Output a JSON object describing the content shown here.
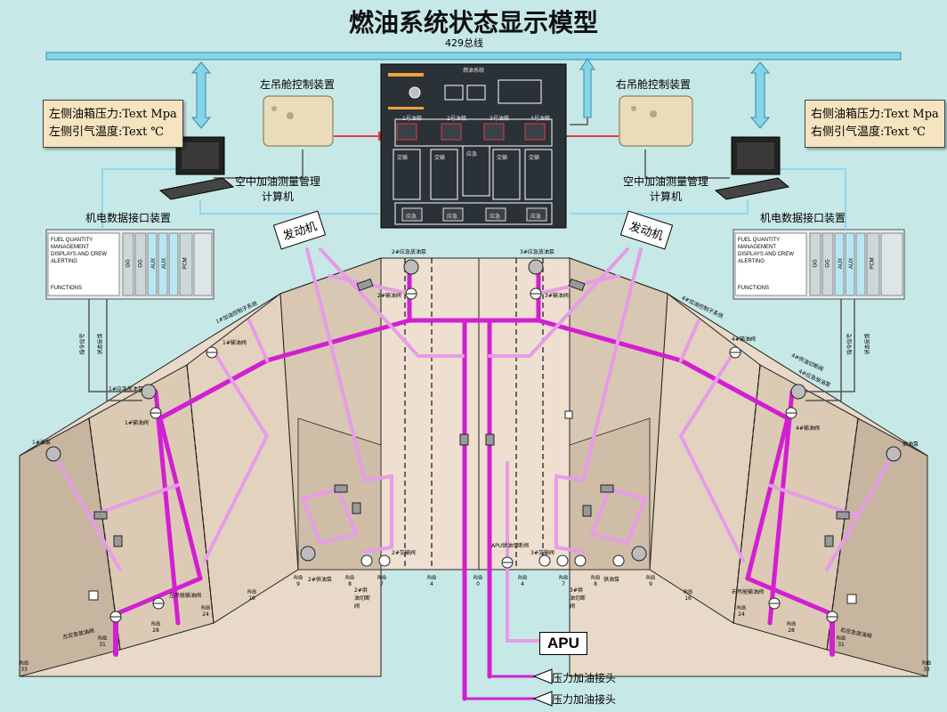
{
  "title": "燃油系统状态显示模型",
  "bus_label": "429总线",
  "left_info": {
    "line1": "左侧油箱压力:Text Mpa",
    "line2": "左侧引气温度:Text ℃"
  },
  "right_info": {
    "line1": "右侧油箱压力:Text Mpa",
    "line2": "右侧引气温度:Text ℃"
  },
  "labels": {
    "left_pod": "左吊舱控制装置",
    "right_pod": "右吊舱控制装置",
    "left_computer": "空中加油测量管理",
    "left_computer2": "计算机",
    "right_computer": "空中加油测量管理",
    "right_computer2": "计算机",
    "left_interface": "机电数据接口装置",
    "right_interface": "机电数据接口装置",
    "engine_left": "发动机",
    "engine_right": "发动机",
    "apu": "APU",
    "refuel1": "压力加油接头",
    "refuel2": "压力加油接头"
  },
  "rack": {
    "line1": "FUEL QUANTITY",
    "line2": "MANAGEMENT",
    "line3": "DISPLAYS AND CREW",
    "line4": "ALERTING",
    "line5": "FUNCTIONS",
    "slots": [
      "GG",
      "GG",
      "AUX",
      "AUX",
      "PCM"
    ]
  },
  "panel": {
    "title": "燃油系统",
    "top_row": [
      "1号油箱",
      "2号油箱",
      "3号油箱",
      "4号油箱"
    ],
    "mid_row": [
      "交输",
      "交输",
      "交输",
      "交输"
    ],
    "bottom_row": [
      "应急",
      "应急",
      "应急",
      "应急",
      "应急"
    ]
  },
  "pump_labels": {
    "p2_emerg": "2#应急放油泵",
    "p3_emerg": "3#应急放油泵",
    "v2_trans": "2#输油阀",
    "v3_trans": "3#输油阀",
    "v1_ctrl": "1#加油控制子系统",
    "v1_trans": "1#输油阀",
    "p1_emerg": "1#应急放油泵",
    "v1_trans2": "1#输油阀",
    "p1": "1#油泵",
    "v4_ctrl": "4#加油控制子系统",
    "v4_trans": "4#输油阀",
    "v4_cutoff": "4#供油切断阀",
    "p4_emerg": "4#应急放油泵",
    "v4_valve": "4#输油阀",
    "p4": "供油泵",
    "v2_pump": "2#供油泵",
    "v2_cutoff": "2#供油切断阀",
    "v2_cross": "2#交输阀",
    "apu_cutoff": "APU供油切断阀",
    "v3_cross": "3#交输阀",
    "v3_cutoff": "3#供油切断阀",
    "p_right": "供油泵",
    "left_outlet": "左应急放油阀",
    "left_outlet2": "左吊舱输油阀",
    "right_outlet": "右吊舱输油阀",
    "right_outlet2": "右应急放油阀"
  },
  "side_labels": {
    "left_a": "指令信号",
    "left_b": "状态反馈",
    "right_a": "指令信号",
    "right_b": "状态反馈"
  },
  "ribs": [
    {
      "label": "RIB",
      "num": "33"
    },
    {
      "label": "RIB",
      "num": "31"
    },
    {
      "label": "RIB",
      "num": "28"
    },
    {
      "label": "RIB",
      "num": "24"
    },
    {
      "label": "RIB",
      "num": "16"
    },
    {
      "label": "RIB",
      "num": "9"
    },
    {
      "label": "RIB",
      "num": "8"
    },
    {
      "label": "RIB",
      "num": "7"
    },
    {
      "label": "RIB",
      "num": "4"
    },
    {
      "label": "RIB",
      "num": "0"
    },
    {
      "label": "RIB",
      "num": "4"
    },
    {
      "label": "RIB",
      "num": "7"
    },
    {
      "label": "RIB",
      "num": "8"
    },
    {
      "label": "RIB",
      "num": "9"
    },
    {
      "label": "RIB",
      "num": "16"
    },
    {
      "label": "RIB",
      "num": "24"
    },
    {
      "label": "RIB",
      "num": "28"
    },
    {
      "label": "RIB",
      "num": "31"
    },
    {
      "label": "RIB",
      "num": "33"
    }
  ],
  "colors": {
    "background": "#c6e8e6",
    "bus": "#84d4ea",
    "pipe": "#d21fd2",
    "pipe_light": "#e79ce7",
    "wing": "#e8d9c9",
    "wing_dark": "#c7b59f",
    "panel": "#2a3238",
    "signal": "#e53a3a",
    "data_line": "#8fd6f0"
  }
}
